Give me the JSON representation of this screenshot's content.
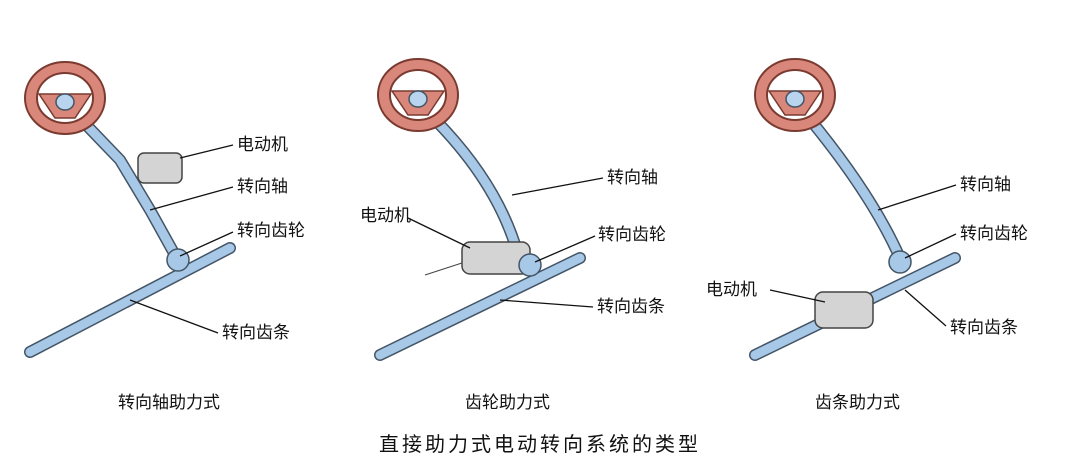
{
  "colors": {
    "wheel": "#d9877a",
    "shaft": "#a8c8e8",
    "motor": "#d4d4d4"
  },
  "panels": [
    {
      "caption": "转向轴助力式",
      "labels": {
        "motor": "电动机",
        "shaft": "转向轴",
        "gear": "转向齿轮",
        "rack": "转向齿条"
      }
    },
    {
      "caption": "齿轮助力式",
      "labels": {
        "motor": "电动机",
        "shaft": "转向轴",
        "gear": "转向齿轮",
        "rack": "转向齿条"
      }
    },
    {
      "caption": "齿条助力式",
      "labels": {
        "motor": "电动机",
        "shaft": "转向轴",
        "gear": "转向齿轮",
        "rack": "转向齿条"
      }
    }
  ],
  "title": "直接助力式电动转向系统的类型"
}
